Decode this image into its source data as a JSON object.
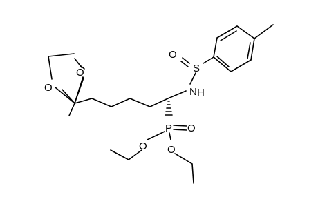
{
  "molecule": {
    "atoms": [
      {
        "id": "O_ring_top",
        "label": "O"
      },
      {
        "id": "O_ring_bottom",
        "label": "O"
      },
      {
        "id": "S",
        "label": "S"
      },
      {
        "id": "O_sulfinyl",
        "label": "O"
      },
      {
        "id": "N",
        "label": "N"
      },
      {
        "id": "H_amine",
        "label": "H"
      },
      {
        "id": "P",
        "label": "P"
      },
      {
        "id": "O_phosphoryl",
        "label": "O"
      },
      {
        "id": "O_ester_left",
        "label": "O"
      },
      {
        "id": "O_ester_right",
        "label": "O"
      }
    ]
  },
  "colors": {
    "bond": "#000000",
    "background": "#ffffff"
  }
}
